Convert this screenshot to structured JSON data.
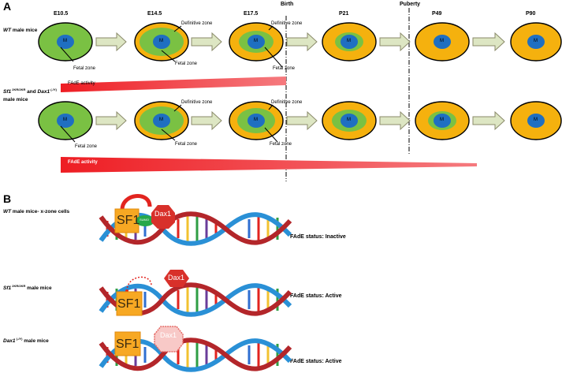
{
  "panel_a": {
    "label": "A",
    "stages": [
      "E10.5",
      "E14.5",
      "E17.5",
      "P21",
      "P49",
      "P90"
    ],
    "events": {
      "birth": "Birth",
      "puberty": "Puberty"
    },
    "row1_label_italic": "WT",
    "row1_label_rest": " male mice",
    "row2_label_g1": "Sf1",
    "row2_label_s1": " 2KR/2KR",
    "row2_label_and": " and ",
    "row2_label_g2": "Dax1",
    "row2_label_s2": " (-/Y)",
    "row2_label_line2": "male mice",
    "medulla": "M",
    "definitive_zone": "Definitive zone",
    "fetal_zone": "Fetal zone",
    "fade_activity": "FAdE activity"
  },
  "panel_b": {
    "label": "B",
    "rows": [
      {
        "label_italic": "WT",
        "label_rest": " male mice- x-zone cells",
        "status": "FAdE status: Inactive"
      },
      {
        "label_italic": "Sf1",
        "label_sup": " 2KR/2KR",
        "label_rest": " male mice",
        "status": "FAdE status: Active"
      },
      {
        "label_italic": "Dax1",
        "label_sup": " (-/Y)",
        "label_rest": " male mice",
        "status": "FAdE status: Active"
      }
    ],
    "sf1": "SF1",
    "dax1": "Dax1",
    "sumo": "SUMO"
  },
  "colors": {
    "fetal_green": "#7ac143",
    "definitive_orange": "#f5b10e",
    "medulla_blue": "#1f6fc1",
    "arrow_fill": "#dde6c3",
    "gradient_red": "#ee1d23",
    "dax_red": "#e4322b",
    "sf1_orange": "#f7a823"
  }
}
